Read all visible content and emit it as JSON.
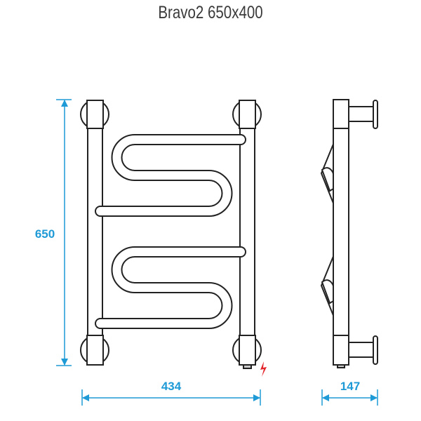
{
  "title": "Bravo2 650x400",
  "dimensions": {
    "height": "650",
    "width": "434",
    "depth": "147"
  },
  "colors": {
    "dimension": "#1e9ad6",
    "outline": "#222222",
    "electric": "#e3262c"
  },
  "icons": [
    "lightning-icon"
  ]
}
